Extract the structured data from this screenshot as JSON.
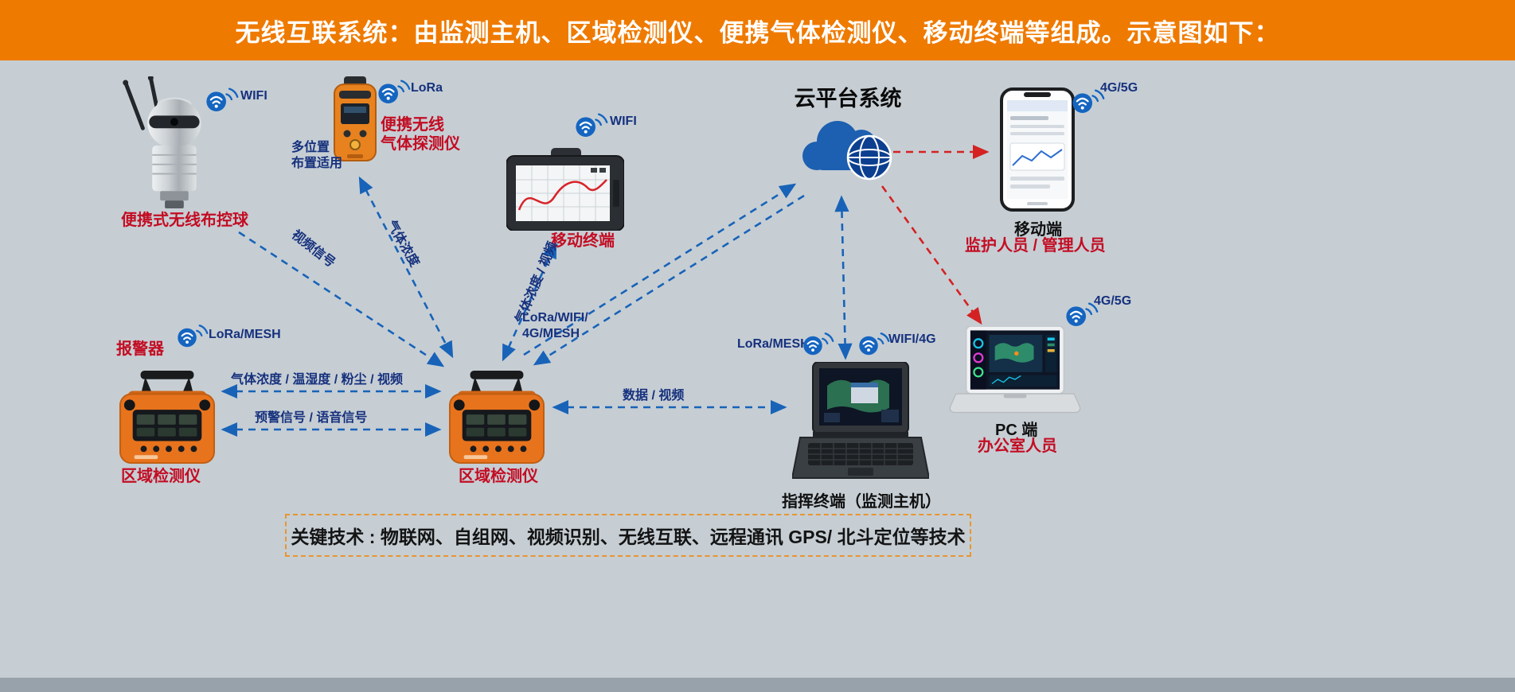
{
  "header": {
    "title": "无线互联系统：由监测主机、区域检测仪、便携气体检测仪、移动终端等组成。示意图如下："
  },
  "devices": {
    "ball": {
      "name": "便携式无线布控球",
      "signal": "WIFI"
    },
    "gas_detector": {
      "name_line1": "便携无线",
      "name_line2": "气体探测仪",
      "signal": "LoRa",
      "note_line1": "多位置",
      "note_line2": "布置适用"
    },
    "mobile_terminal": {
      "name": "移动终端",
      "signal": "WIFI"
    },
    "cloud": {
      "name": "云平台系统"
    },
    "mobile_client": {
      "name": "移动端",
      "roles": "监护人员 / 管理人员",
      "signal": "4G/5G"
    },
    "alarm": {
      "name": "报警器",
      "signal": "LoRa/MESH"
    },
    "area_detector_left": {
      "name": "区域检测仪"
    },
    "area_detector_center": {
      "name": "区域检测仪"
    },
    "command_terminal": {
      "name": "指挥终端（监测主机）",
      "signal_left": "LoRa/MESH",
      "signal_right": "WIFI/4G"
    },
    "pc_client": {
      "name": "PC 端",
      "roles": "办公室人员",
      "signal": "4G/5G"
    }
  },
  "connections": {
    "video_signal": "视频信号",
    "gas_concentration": "气体浓度",
    "gas_video": "气体浓度 / 视频",
    "lora_wifi_line1": "LoRa/WIFI/",
    "lora_wifi_line2": "4G/MESH",
    "sensor_data": "气体浓度 / 温湿度 / 粉尘 / 视频",
    "warning_signal": "预警信号 / 语音信号",
    "data_video": "数据 / 视频"
  },
  "footer": {
    "key_tech": "关键技术 : 物联网、自组网、视频识别、无线互联、远程通讯 GPS/ 北斗定位等技术"
  },
  "colors": {
    "header_bg": "#ef7a00",
    "background": "#c6ced4",
    "device_label_red": "#c30d23",
    "link_label_navy": "#16317d",
    "arrow_blue": "#1863b8",
    "arrow_red": "#d42222",
    "footer_border": "#e8952f"
  }
}
